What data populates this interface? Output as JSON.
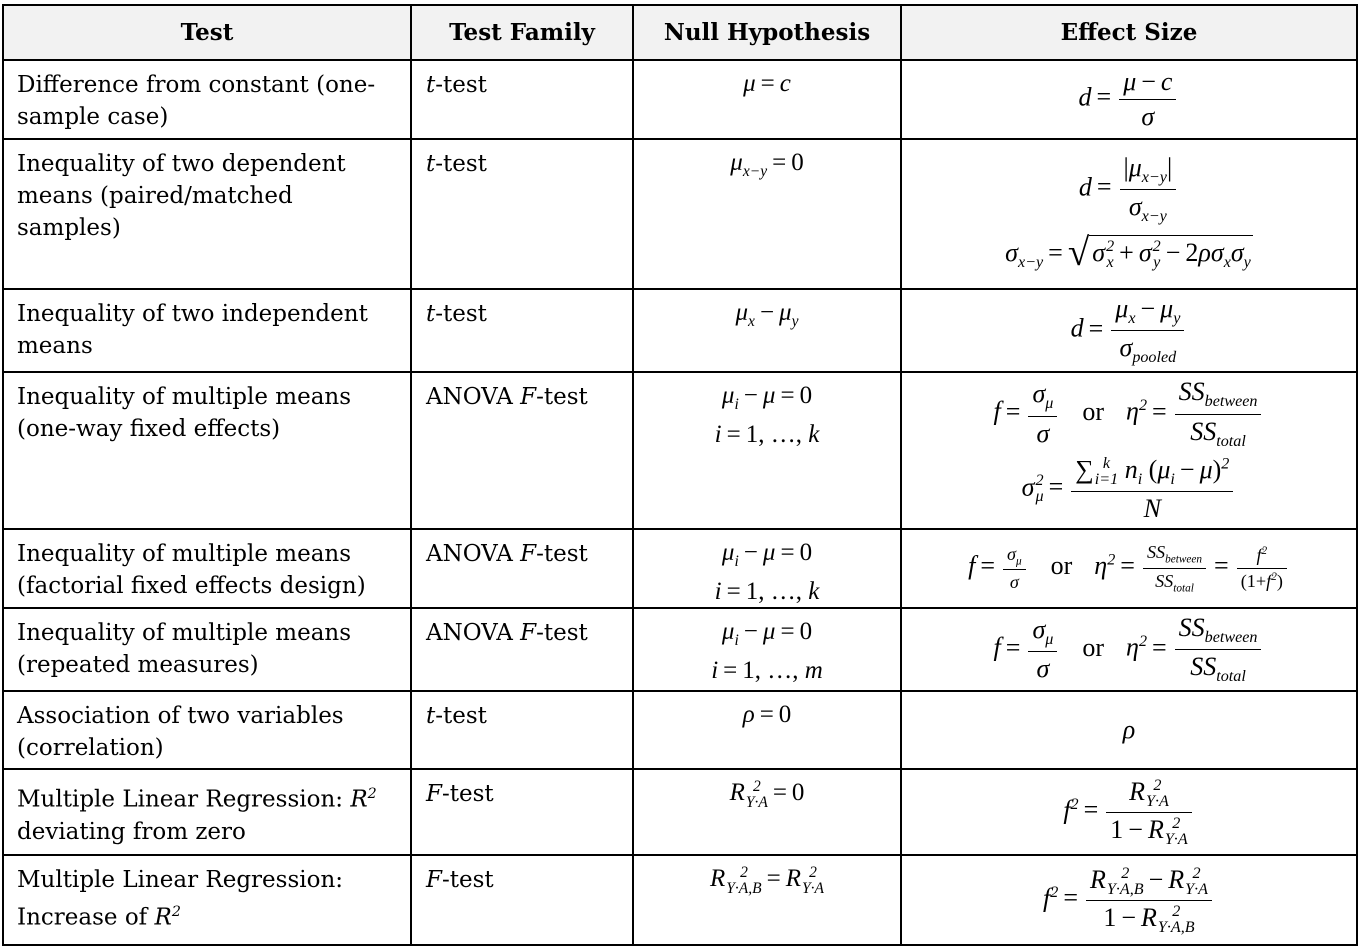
{
  "headers": [
    "Test",
    "Test Family",
    "Null Hypothesis",
    "Effect Size"
  ],
  "colors": {
    "header_bg": "#f2f2f2",
    "border": "#000000"
  },
  "rows": [
    {
      "test": [
        [
          "Difference from constant (one-sample case)"
        ]
      ],
      "family": [
        [
          {
            "v": "t"
          },
          "-test"
        ]
      ],
      "null": [
        [
          {
            "v": "μ"
          },
          {
            "o": "="
          },
          {
            "v": "c"
          }
        ]
      ],
      "effect": [
        [
          {
            "v": "d"
          },
          {
            "o": "="
          },
          {
            "frac": {
              "n": [
                {
                  "v": "μ"
                },
                {
                  "o": "−"
                },
                {
                  "v": "c"
                }
              ],
              "d": [
                {
                  "v": "σ"
                }
              ]
            }
          }
        ]
      ]
    },
    {
      "test": [
        [
          "Inequality of two dependent means (paired/matched samples)"
        ]
      ],
      "family": [
        [
          {
            "v": "t"
          },
          "-test"
        ]
      ],
      "null": [
        [
          {
            "v": "μ"
          },
          {
            "sub": "x−y"
          },
          {
            "o": "="
          },
          "0"
        ]
      ],
      "effect": [
        [
          {
            "v": "d"
          },
          {
            "o": "="
          },
          {
            "frac": {
              "n": [
                "|",
                {
                  "v": "μ"
                },
                {
                  "sub": "x−y"
                },
                "|"
              ],
              "d": [
                {
                  "v": "σ"
                },
                {
                  "sub": "x−y"
                }
              ]
            }
          }
        ],
        [
          {
            "v": "σ"
          },
          {
            "sub": "x−y"
          },
          {
            "o": "="
          },
          {
            "sqrt": [
              {
                "v": "σ"
              },
              {
                "ss": [
                  "2",
                  "x"
                ]
              },
              {
                "o": "+"
              },
              {
                "v": "σ"
              },
              {
                "ss": [
                  "2",
                  "y"
                ]
              },
              {
                "o": "−"
              },
              "2",
              {
                "v": "ρσ"
              },
              {
                "sub": "x"
              },
              {
                "v": "σ"
              },
              {
                "sub": "y"
              }
            ]
          }
        ]
      ]
    },
    {
      "test": [
        [
          "Inequality of two independent means"
        ]
      ],
      "family": [
        [
          {
            "v": "t"
          },
          "-test"
        ]
      ],
      "null": [
        [
          {
            "v": "μ"
          },
          {
            "sub": "x"
          },
          {
            "o": "−"
          },
          {
            "v": "μ"
          },
          {
            "sub": "y"
          }
        ]
      ],
      "effect": [
        [
          {
            "v": "d"
          },
          {
            "o": "="
          },
          {
            "frac": {
              "n": [
                {
                  "v": "μ"
                },
                {
                  "sub": "x"
                },
                {
                  "o": "−"
                },
                {
                  "v": "μ"
                },
                {
                  "sub": "y"
                }
              ],
              "d": [
                {
                  "v": "σ"
                },
                {
                  "sub": "pooled"
                }
              ]
            }
          }
        ]
      ]
    },
    {
      "test": [
        [
          "Inequality of multiple means (one-way fixed effects)"
        ]
      ],
      "family": [
        [
          "ANOVA ",
          {
            "v": "F"
          },
          "-test"
        ]
      ],
      "null": [
        [
          {
            "v": "μ"
          },
          {
            "sub": "i"
          },
          {
            "o": "−"
          },
          {
            "v": "μ"
          },
          {
            "o": "="
          },
          "0"
        ],
        [
          {
            "v": "i"
          },
          {
            "o": "="
          },
          "1, …, ",
          {
            "v": "k"
          }
        ]
      ],
      "effect": [
        [
          {
            "v": "f"
          },
          {
            "o": "="
          },
          {
            "frac": {
              "n": [
                {
                  "v": "σ"
                },
                {
                  "sub": "μ"
                }
              ],
              "d": [
                {
                  "v": "σ"
                }
              ]
            }
          },
          {
            "t": "or"
          },
          {
            "v": "η"
          },
          {
            "sup": "2"
          },
          {
            "o": "="
          },
          {
            "frac": {
              "n": [
                {
                  "v": "SS"
                },
                {
                  "sub": "between"
                }
              ],
              "d": [
                {
                  "v": "SS"
                },
                {
                  "sub": "total"
                }
              ]
            }
          }
        ],
        [
          {
            "v": "σ"
          },
          {
            "ss": [
              "2",
              "μ"
            ]
          },
          {
            "o": "="
          },
          {
            "frac": {
              "n": [
                "∑",
                {
                  "ss": [
                    "k",
                    "i=1"
                  ]
                },
                " ",
                {
                  "v": "n"
                },
                {
                  "sub": "i"
                },
                " (",
                {
                  "v": "μ"
                },
                {
                  "sub": "i"
                },
                {
                  "o": "−"
                },
                {
                  "v": "μ"
                },
                ")",
                {
                  "sup": "2"
                }
              ],
              "d": [
                {
                  "v": "N"
                }
              ]
            }
          }
        ]
      ]
    },
    {
      "test": [
        [
          "Inequality of multiple means (factorial fixed effects design)"
        ]
      ],
      "family": [
        [
          "ANOVA ",
          {
            "v": "F"
          },
          "-test"
        ]
      ],
      "null": [
        [
          {
            "v": "μ"
          },
          {
            "sub": "i"
          },
          {
            "o": "−"
          },
          {
            "v": "μ"
          },
          {
            "o": "="
          },
          "0"
        ],
        [
          {
            "v": "i"
          },
          {
            "o": "="
          },
          "1, …, ",
          {
            "v": "k"
          }
        ]
      ],
      "effect": [
        [
          {
            "v": "f"
          },
          {
            "o": "="
          },
          {
            "frac": {
              "small": true,
              "n": [
                {
                  "v": "σ"
                },
                {
                  "sub": "μ"
                }
              ],
              "d": [
                {
                  "v": "σ"
                }
              ]
            }
          },
          {
            "t": "or"
          },
          {
            "v": "η"
          },
          {
            "sup": "2"
          },
          {
            "o": "="
          },
          {
            "frac": {
              "small": true,
              "n": [
                {
                  "v": "SS"
                },
                {
                  "sub": "between"
                }
              ],
              "d": [
                {
                  "v": "SS"
                },
                {
                  "sub": "total"
                }
              ]
            }
          },
          {
            "o": "="
          },
          {
            "frac": {
              "small": true,
              "n": [
                {
                  "v": "f"
                },
                {
                  "sup": "2"
                }
              ],
              "d": [
                "(1+",
                {
                  "v": "f"
                },
                {
                  "sup": "2"
                },
                ")"
              ]
            }
          }
        ]
      ]
    },
    {
      "test": [
        [
          "Inequality of multiple means (repeated measures)"
        ]
      ],
      "family": [
        [
          "ANOVA ",
          {
            "v": "F"
          },
          "-test"
        ]
      ],
      "null": [
        [
          {
            "v": "μ"
          },
          {
            "sub": "i"
          },
          {
            "o": "−"
          },
          {
            "v": "μ"
          },
          {
            "o": "="
          },
          "0"
        ],
        [
          {
            "v": "i"
          },
          {
            "o": "="
          },
          "1, …, ",
          {
            "v": "m"
          }
        ]
      ],
      "effect": [
        [
          {
            "v": "f"
          },
          {
            "o": "="
          },
          {
            "frac": {
              "n": [
                {
                  "v": "σ"
                },
                {
                  "sub": "μ"
                }
              ],
              "d": [
                {
                  "v": "σ"
                }
              ]
            }
          },
          {
            "t": "or"
          },
          {
            "v": "η"
          },
          {
            "sup": "2"
          },
          {
            "o": "="
          },
          {
            "frac": {
              "n": [
                {
                  "v": "SS"
                },
                {
                  "sub": "between"
                }
              ],
              "d": [
                {
                  "v": "SS"
                },
                {
                  "sub": "total"
                }
              ]
            }
          }
        ]
      ]
    },
    {
      "test": [
        [
          "Association of two variables (correlation)"
        ]
      ],
      "family": [
        [
          {
            "v": "t"
          },
          "-test"
        ]
      ],
      "null": [
        [
          {
            "v": "ρ"
          },
          {
            "o": "="
          },
          "0"
        ]
      ],
      "effect": [
        [
          {
            "v": "ρ"
          }
        ]
      ]
    },
    {
      "test": [
        [
          "Multiple Linear Regression: ",
          {
            "v": "R"
          },
          {
            "sup": "2"
          },
          " deviating from zero"
        ]
      ],
      "family": [
        [
          {
            "v": "F"
          },
          "-test"
        ]
      ],
      "null": [
        [
          {
            "v": "R"
          },
          {
            "ss": [
              "2",
              "Y·A"
            ]
          },
          {
            "o": "="
          },
          "0"
        ]
      ],
      "effect": [
        [
          {
            "v": "f"
          },
          {
            "sup": "2"
          },
          {
            "o": "="
          },
          {
            "frac": {
              "n": [
                {
                  "v": "R"
                },
                {
                  "ss": [
                    "2",
                    "Y·A"
                  ]
                }
              ],
              "d": [
                "1",
                {
                  "o": "−"
                },
                {
                  "v": "R"
                },
                {
                  "ss": [
                    "2",
                    "Y·A"
                  ]
                }
              ]
            }
          }
        ]
      ]
    },
    {
      "test": [
        [
          "Multiple Linear Regression: Increase of ",
          {
            "v": "R"
          },
          {
            "sup": "2"
          }
        ]
      ],
      "family": [
        [
          {
            "v": "F"
          },
          "-test"
        ]
      ],
      "null": [
        [
          {
            "v": "R"
          },
          {
            "ss": [
              "2",
              "Y·A,B"
            ]
          },
          {
            "o": "="
          },
          {
            "v": "R"
          },
          {
            "ss": [
              "2",
              "Y·A"
            ]
          }
        ]
      ],
      "effect": [
        [
          {
            "v": "f"
          },
          {
            "sup": "2"
          },
          {
            "o": "="
          },
          {
            "frac": {
              "n": [
                {
                  "v": "R"
                },
                {
                  "ss": [
                    "2",
                    "Y·A,B"
                  ]
                },
                {
                  "o": "−"
                },
                {
                  "v": "R"
                },
                {
                  "ss": [
                    "2",
                    "Y·A"
                  ]
                }
              ],
              "d": [
                "1",
                {
                  "o": "−"
                },
                {
                  "v": "R"
                },
                {
                  "ss": [
                    "2",
                    "Y·A,B"
                  ]
                }
              ]
            }
          }
        ]
      ]
    }
  ]
}
